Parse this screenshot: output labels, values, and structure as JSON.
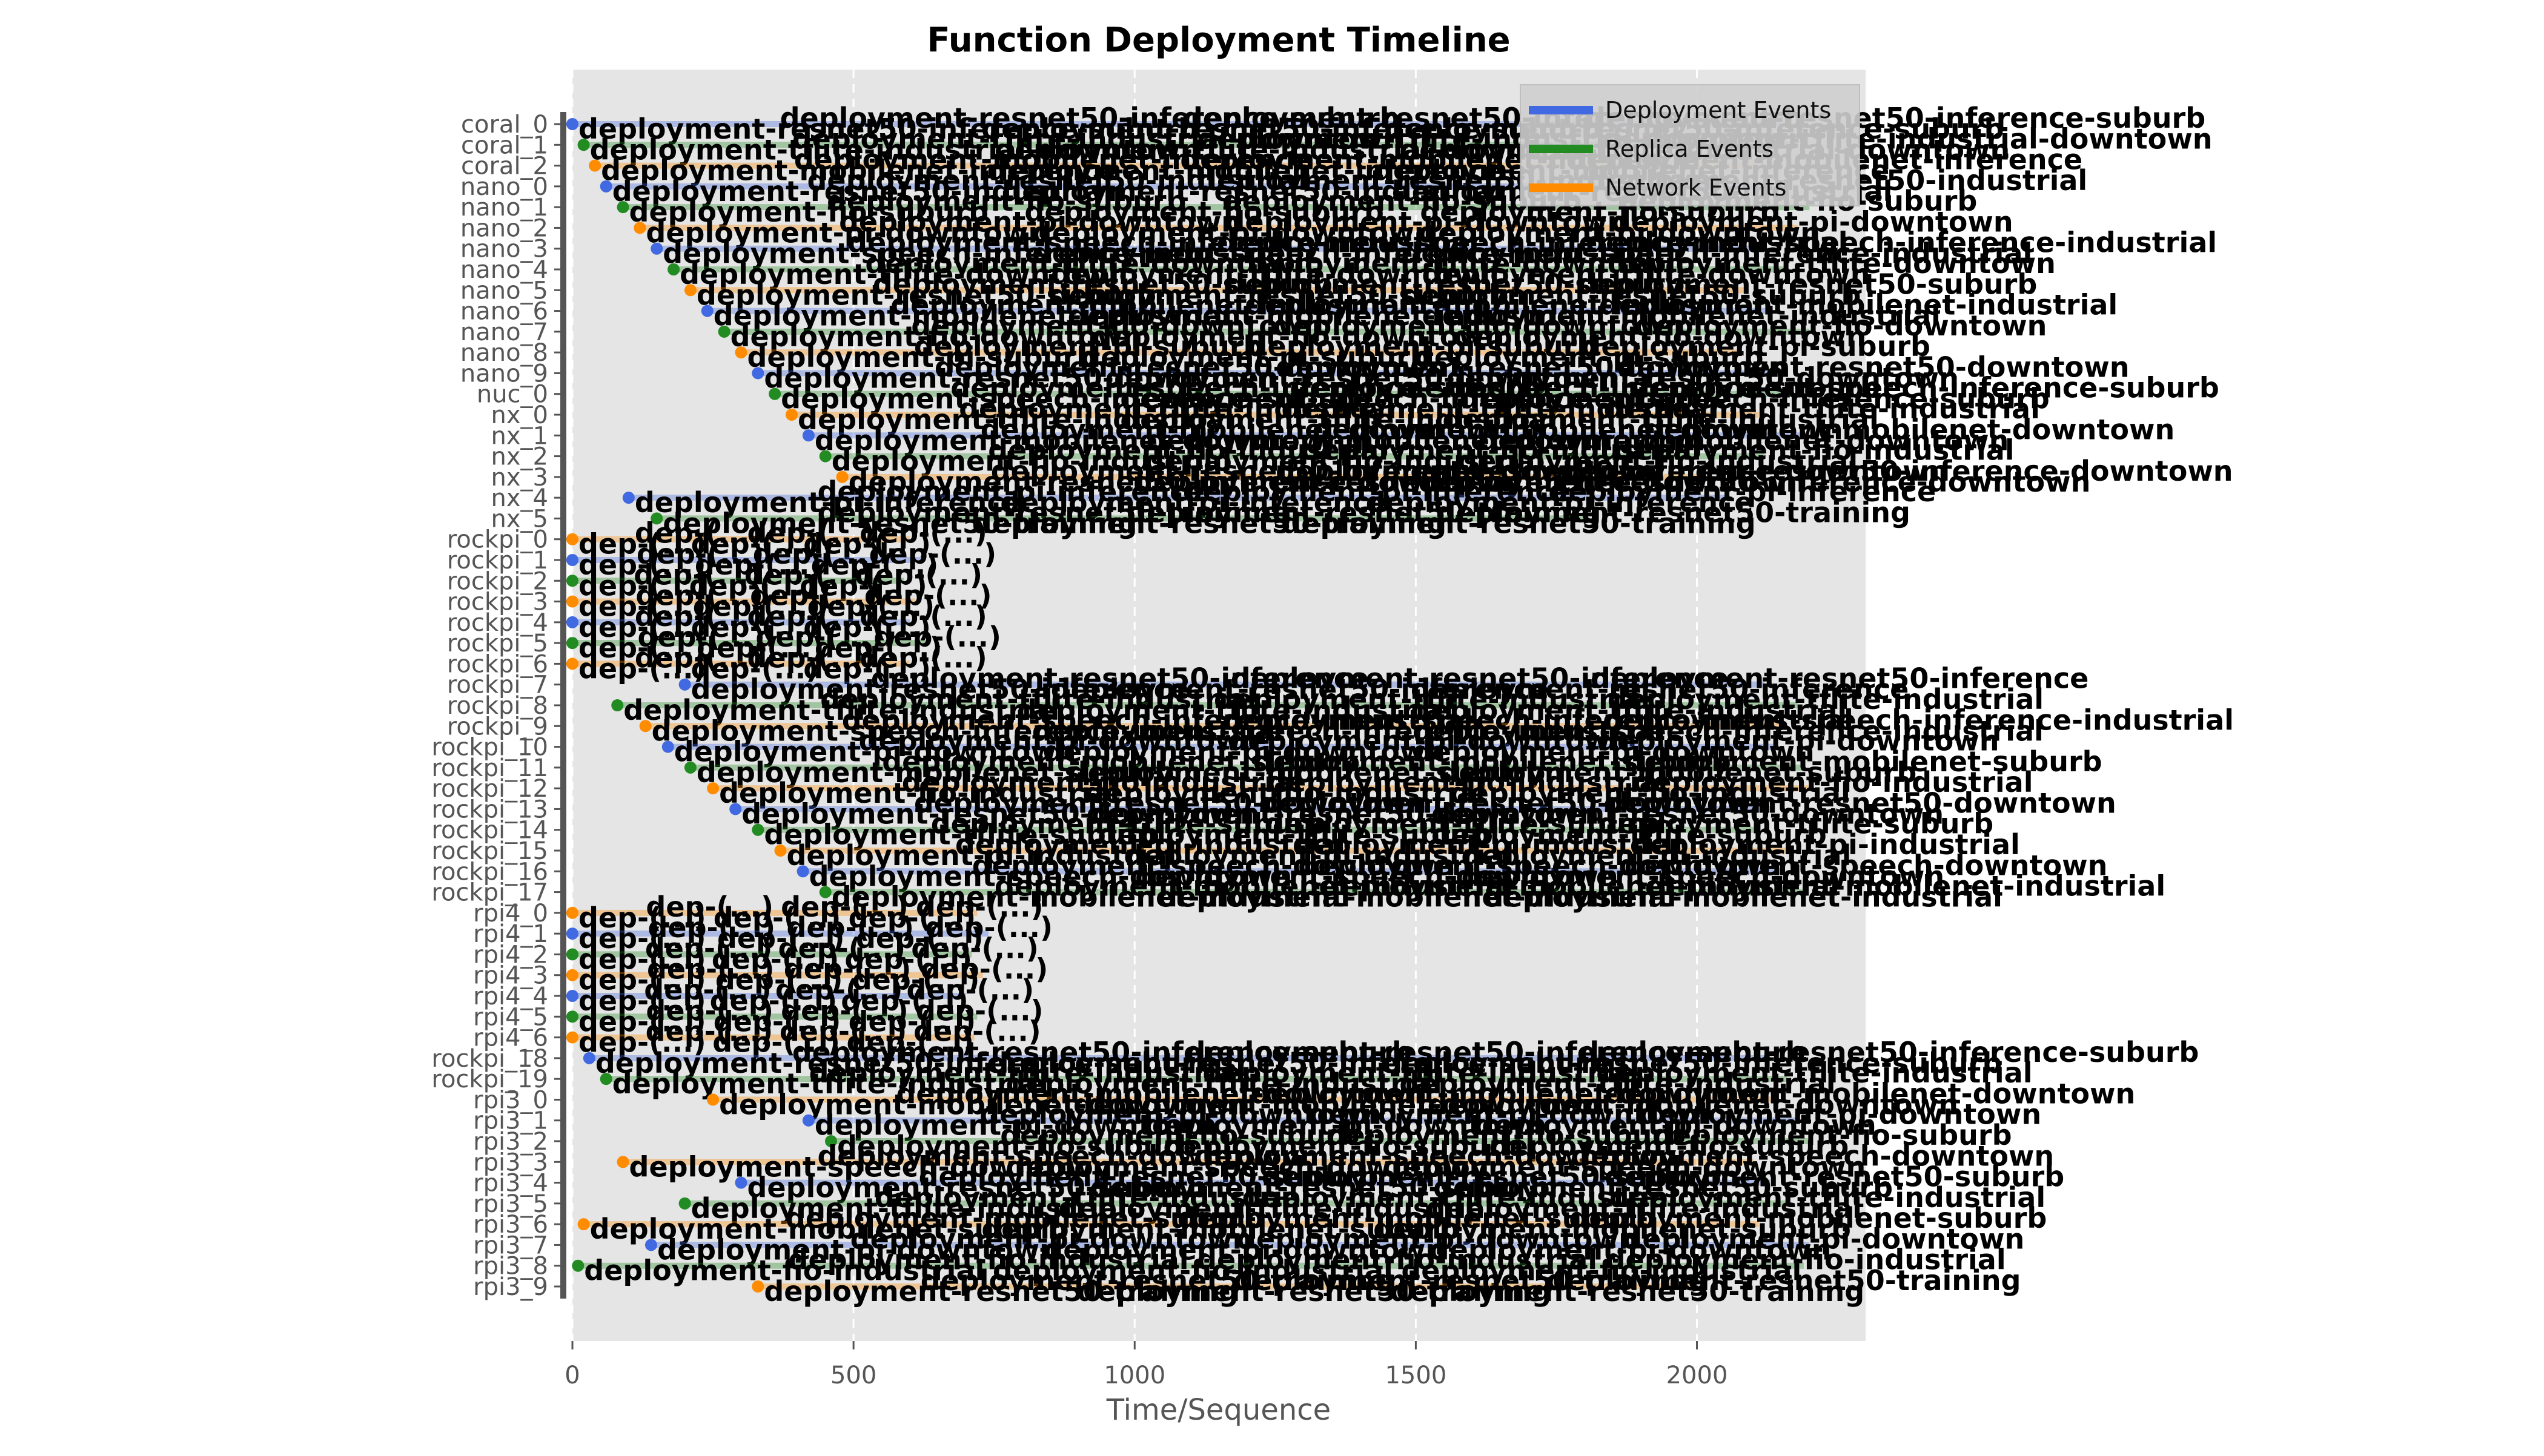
{
  "chart_data": {
    "type": "scatter",
    "title": "Function Deployment Timeline",
    "xlabel": "Time/Sequence",
    "ylabel": "",
    "xlim": [
      0,
      2300
    ],
    "xticks": [
      0,
      500,
      1000,
      1500,
      2000
    ],
    "grid": true,
    "legend_position": "top-right",
    "colors": {
      "Deployment Events": "#4169e1",
      "Replica Events": "#228b22",
      "Network Events": "#ff8c00",
      "plot_background": "#e5e5e5"
    },
    "series": [
      {
        "name": "Deployment Events",
        "color": "#4169e1"
      },
      {
        "name": "Replica Events",
        "color": "#228b22"
      },
      {
        "name": "Network Events",
        "color": "#ff8c00"
      }
    ],
    "rows": [
      {
        "label": "coral_0",
        "start": 0,
        "end": 2150,
        "event": "deployment-resnet50-inference-suburb"
      },
      {
        "label": "coral_1",
        "start": 20,
        "end": 2180,
        "event": "deployment-tflite-industrial-downtown"
      },
      {
        "label": "coral_2",
        "start": 40,
        "end": 2100,
        "event": "deployment-mobilenet-inference"
      },
      {
        "label": "nano_0",
        "start": 60,
        "end": 2140,
        "event": "deployment-resnet50-industrial"
      },
      {
        "label": "nano_1",
        "start": 90,
        "end": 2200,
        "event": "deployment-fio-suburb"
      },
      {
        "label": "nano_2",
        "start": 120,
        "end": 2180,
        "event": "deployment-pi-downtown"
      },
      {
        "label": "nano_3",
        "start": 150,
        "end": 2120,
        "event": "deployment-speech-inference-industrial"
      },
      {
        "label": "nano_4",
        "start": 180,
        "end": 2160,
        "event": "deployment-tflite-downtown"
      },
      {
        "label": "nano_5",
        "start": 210,
        "end": 2090,
        "event": "deployment-resnet50-suburb"
      },
      {
        "label": "nano_6",
        "start": 240,
        "end": 2130,
        "event": "deployment-mobilenet-industrial"
      },
      {
        "label": "nano_7",
        "start": 270,
        "end": 2200,
        "event": "deployment-fio-downtown"
      },
      {
        "label": "nano_8",
        "start": 300,
        "end": 2080,
        "event": "deployment-pi-suburb"
      },
      {
        "label": "nano_9",
        "start": 330,
        "end": 2150,
        "event": "deployment-resnet50-downtown"
      },
      {
        "label": "nuc_0",
        "start": 360,
        "end": 2170,
        "event": "deployment-speech-inference-suburb"
      },
      {
        "label": "nx_0",
        "start": 390,
        "end": 2110,
        "event": "deployment-tflite-industrial"
      },
      {
        "label": "nx_1",
        "start": 420,
        "end": 2190,
        "event": "deployment-mobilenet-downtown"
      },
      {
        "label": "nx_2",
        "start": 450,
        "end": 2120,
        "event": "deployment-fio-industrial"
      },
      {
        "label": "nx_3",
        "start": 480,
        "end": 2000,
        "event": "deployment-resnet50-inference-downtown"
      },
      {
        "label": "nx_4",
        "start": 100,
        "end": 2050,
        "event": "deployment-pi-inference"
      },
      {
        "label": "nx_5",
        "start": 150,
        "end": 1800,
        "event": "deployment-resnet50-training"
      },
      {
        "label": "rockpi_0",
        "start": 0,
        "end": 600,
        "event": "dep-(...)"
      },
      {
        "label": "rockpi_1",
        "start": 0,
        "end": 620,
        "event": "dep-(...)"
      },
      {
        "label": "rockpi_2",
        "start": 0,
        "end": 590,
        "event": "dep-(...)"
      },
      {
        "label": "rockpi_3",
        "start": 0,
        "end": 610,
        "event": "dep-(...)"
      },
      {
        "label": "rockpi_4",
        "start": 0,
        "end": 600,
        "event": "dep-(...)"
      },
      {
        "label": "rockpi_5",
        "start": 0,
        "end": 630,
        "event": "dep-(...)"
      },
      {
        "label": "rockpi_6",
        "start": 0,
        "end": 600,
        "event": "dep-(...)"
      },
      {
        "label": "rockpi_7",
        "start": 200,
        "end": 2120,
        "event": "deployment-resnet50-inference"
      },
      {
        "label": "rockpi_8",
        "start": 80,
        "end": 2180,
        "event": "deployment-tflite-industrial"
      },
      {
        "label": "rockpi_9",
        "start": 130,
        "end": 2160,
        "event": "deployment-speech-inference-industrial"
      },
      {
        "label": "rockpi_10",
        "start": 170,
        "end": 2140,
        "event": "deployment-pi-downtown"
      },
      {
        "label": "rockpi_11",
        "start": 210,
        "end": 2190,
        "event": "deployment-mobilenet-suburb"
      },
      {
        "label": "rockpi_12",
        "start": 250,
        "end": 2200,
        "event": "deployment-fio-industrial"
      },
      {
        "label": "rockpi_13",
        "start": 290,
        "end": 2130,
        "event": "deployment-resnet50-downtown"
      },
      {
        "label": "rockpi_14",
        "start": 330,
        "end": 2110,
        "event": "deployment-tflite-suburb"
      },
      {
        "label": "rockpi_15",
        "start": 370,
        "end": 2170,
        "event": "deployment-pi-industrial"
      },
      {
        "label": "rockpi_16",
        "start": 410,
        "end": 2150,
        "event": "deployment-speech-downtown"
      },
      {
        "label": "rockpi_17",
        "start": 450,
        "end": 2190,
        "event": "deployment-mobilenet-industrial"
      },
      {
        "label": "rpi4_0",
        "start": 0,
        "end": 720,
        "event": "dep-(...)"
      },
      {
        "label": "rpi4_1",
        "start": 0,
        "end": 740,
        "event": "dep-(...)"
      },
      {
        "label": "rpi4_2",
        "start": 0,
        "end": 710,
        "event": "dep-(...)"
      },
      {
        "label": "rpi4_3",
        "start": 0,
        "end": 730,
        "event": "dep-(...)"
      },
      {
        "label": "rpi4_4",
        "start": 0,
        "end": 700,
        "event": "dep-(...)"
      },
      {
        "label": "rpi4_5",
        "start": 0,
        "end": 720,
        "event": "dep-(...)"
      },
      {
        "label": "rpi4_6",
        "start": 0,
        "end": 715,
        "event": "dep-(...)"
      },
      {
        "label": "rockpi_18",
        "start": 30,
        "end": 2130,
        "event": "deployment-resnet50-inference-suburb"
      },
      {
        "label": "rockpi_19",
        "start": 60,
        "end": 2160,
        "event": "deployment-tflite-industrial"
      },
      {
        "label": "rpi3_0",
        "start": 250,
        "end": 2140,
        "event": "deployment-mobilenet-downtown"
      },
      {
        "label": "rpi3_1",
        "start": 420,
        "end": 2180,
        "event": "deployment-pi-downtown"
      },
      {
        "label": "rpi3_2",
        "start": 460,
        "end": 2200,
        "event": "deployment-fio-suburb"
      },
      {
        "label": "rpi3_3",
        "start": 90,
        "end": 2100,
        "event": "deployment-speech-downtown"
      },
      {
        "label": "rpi3_4",
        "start": 300,
        "end": 2130,
        "event": "deployment-resnet50-suburb"
      },
      {
        "label": "rpi3_5",
        "start": 200,
        "end": 2160,
        "event": "deployment-tflite-industrial"
      },
      {
        "label": "rpi3_6",
        "start": 20,
        "end": 2110,
        "event": "deployment-mobilenet-suburb"
      },
      {
        "label": "rpi3_7",
        "start": 140,
        "end": 2200,
        "event": "deployment-pi-downtown"
      },
      {
        "label": "rpi3_8",
        "start": 10,
        "end": 2190,
        "event": "deployment-fio-industrial"
      },
      {
        "label": "rpi3_9",
        "start": 330,
        "end": 2000,
        "event": "deployment-resnet50-training"
      }
    ]
  }
}
